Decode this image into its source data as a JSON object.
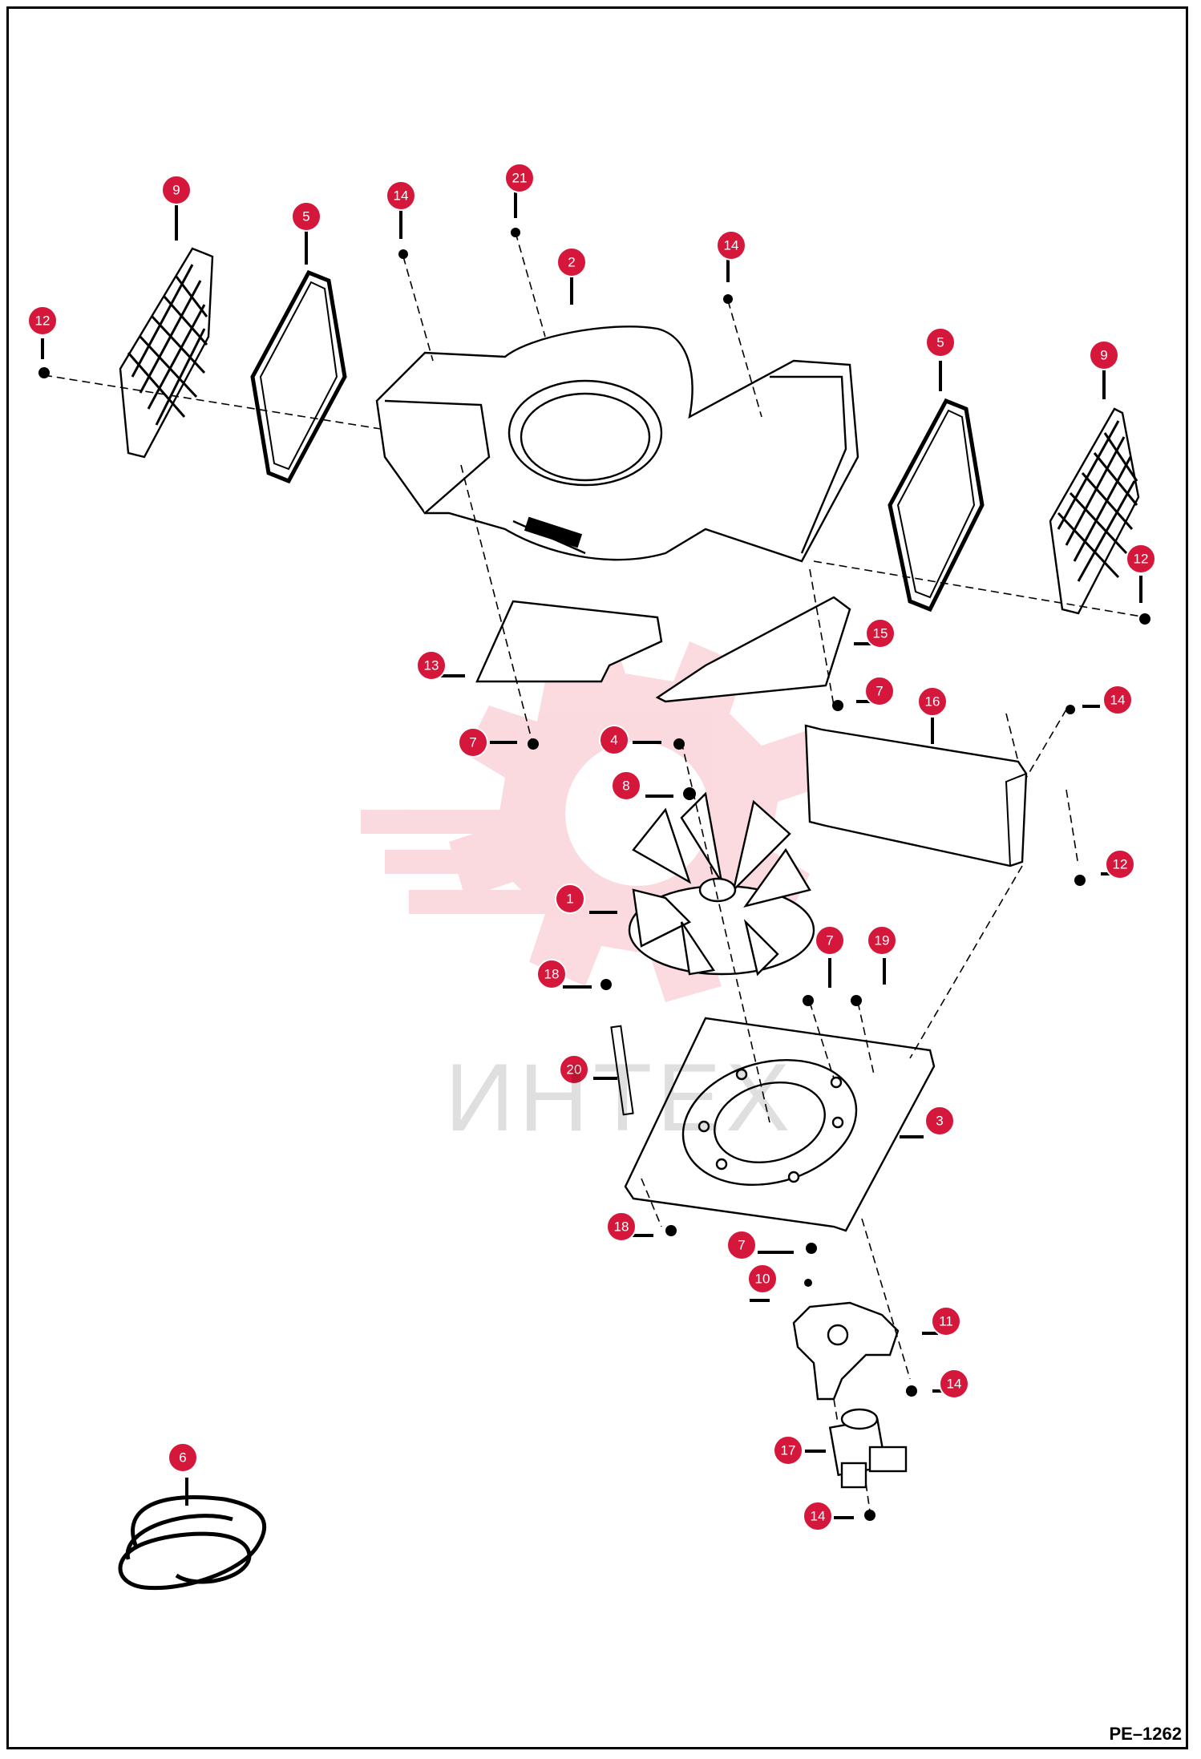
{
  "page_code": "PE–1262",
  "watermark": {
    "text": "ИНТЕХ",
    "color": "#e8384f"
  },
  "callout_color": "#d4173a",
  "callouts": [
    {
      "id": "c9a",
      "label": "9"
    },
    {
      "id": "c5a",
      "label": "5"
    },
    {
      "id": "c14a",
      "label": "14"
    },
    {
      "id": "c21",
      "label": "21"
    },
    {
      "id": "c2",
      "label": "2"
    },
    {
      "id": "c14b",
      "label": "14"
    },
    {
      "id": "c12a",
      "label": "12"
    },
    {
      "id": "c5b",
      "label": "5"
    },
    {
      "id": "c9b",
      "label": "9"
    },
    {
      "id": "c12b",
      "label": "12"
    },
    {
      "id": "c15",
      "label": "15"
    },
    {
      "id": "c13",
      "label": "13"
    },
    {
      "id": "c7a",
      "label": "7"
    },
    {
      "id": "c16",
      "label": "16"
    },
    {
      "id": "c14c",
      "label": "14"
    },
    {
      "id": "c7b",
      "label": "7"
    },
    {
      "id": "c4",
      "label": "4"
    },
    {
      "id": "c8",
      "label": "8"
    },
    {
      "id": "c12c",
      "label": "12"
    },
    {
      "id": "c1",
      "label": "1"
    },
    {
      "id": "c7c",
      "label": "7"
    },
    {
      "id": "c19",
      "label": "19"
    },
    {
      "id": "c18a",
      "label": "18"
    },
    {
      "id": "c20",
      "label": "20"
    },
    {
      "id": "c3",
      "label": "3"
    },
    {
      "id": "c18b",
      "label": "18"
    },
    {
      "id": "c7d",
      "label": "7"
    },
    {
      "id": "c10",
      "label": "10"
    },
    {
      "id": "c11",
      "label": "11"
    },
    {
      "id": "c14d",
      "label": "14"
    },
    {
      "id": "c6",
      "label": "6"
    },
    {
      "id": "c17",
      "label": "17"
    },
    {
      "id": "c14e",
      "label": "14"
    }
  ]
}
